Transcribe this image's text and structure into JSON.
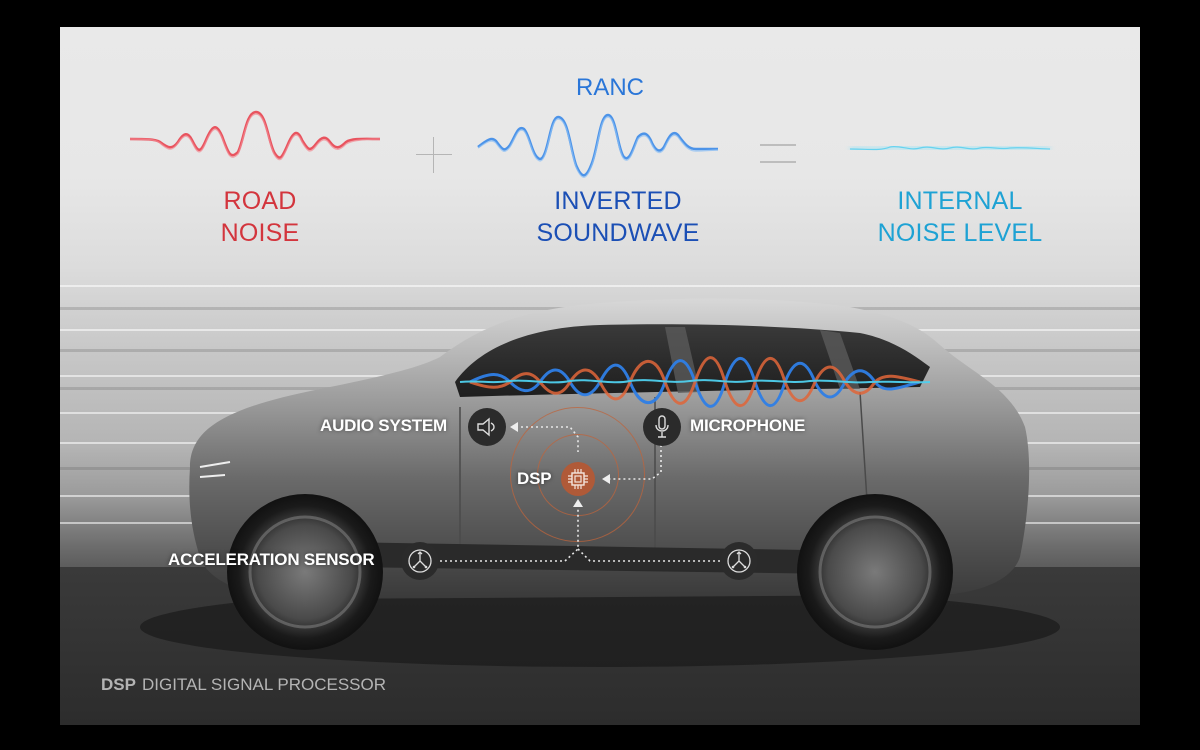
{
  "equation": {
    "ranc_label": "RANC",
    "plus_symbol": "+",
    "equals_symbol": "=",
    "terms": [
      {
        "id": "road-noise",
        "line1": "ROAD",
        "line2": "NOISE",
        "color": "#d3353d"
      },
      {
        "id": "inverted-soundwave",
        "line1": "INVERTED",
        "line2": "SOUNDWAVE",
        "color": "#1b4fb5"
      },
      {
        "id": "internal-noise-level",
        "line1": "INTERNAL",
        "line2": "NOISE LEVEL",
        "color": "#1ea2d4"
      }
    ]
  },
  "diagram": {
    "callouts": {
      "audio_system": "AUDIO SYSTEM",
      "microphone": "MICROPHONE",
      "dsp": "DSP",
      "acceleration_sensor": "ACCELERATION SENSOR"
    },
    "icons": {
      "audio_system": "speaker-icon",
      "microphone": "microphone-icon",
      "dsp": "chip-icon",
      "sensor": "acceleration-sensor-icon"
    },
    "colors": {
      "dsp_accent": "#b05a38",
      "node_bg": "#2b2b2b",
      "road_wave": "#e8424f",
      "anti_wave": "#2a7fe0",
      "result_wave": "#5fd6f0"
    }
  },
  "footer": {
    "abbr": "DSP",
    "definition": "DIGITAL SIGNAL PROCESSOR"
  }
}
